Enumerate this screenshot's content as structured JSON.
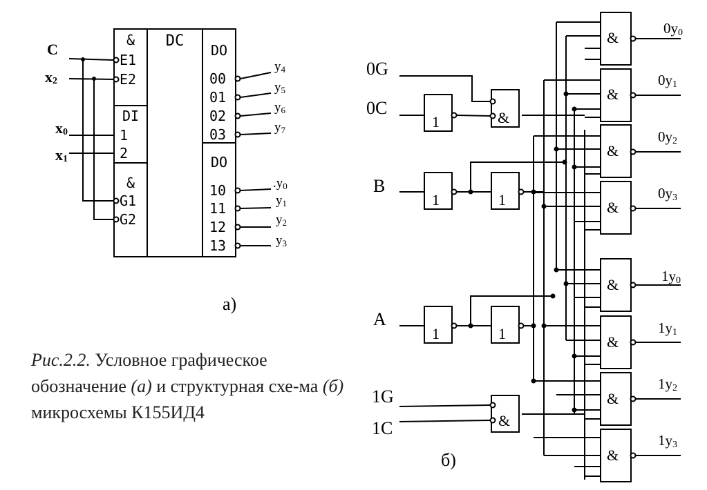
{
  "figure_a": {
    "label": "а)",
    "block_sections": {
      "and_top": "&",
      "dc": "DC",
      "di": "DI",
      "and_bottom": "&",
      "do_top": "DO",
      "do_bottom": "DO"
    },
    "left_pins": [
      "E1",
      "E2",
      "1",
      "2",
      "G1",
      "G2"
    ],
    "right_pins": [
      "00",
      "01",
      "02",
      "03",
      "10",
      "11",
      "12",
      "13"
    ],
    "input_labels": {
      "c": "C",
      "x2_base": "x",
      "x2_sub": "2",
      "x0_base": "x",
      "x0_sub": "0",
      "x1_base": "x",
      "x1_sub": "1"
    },
    "outputs": [
      {
        "base": "y",
        "sub": "4"
      },
      {
        "base": "y",
        "sub": "5"
      },
      {
        "base": "y",
        "sub": "6"
      },
      {
        "base": "y",
        "sub": "7"
      },
      {
        "base": ".y",
        "sub": "0"
      },
      {
        "base": "y",
        "sub": "1"
      },
      {
        "base": "y",
        "sub": "2"
      },
      {
        "base": "y",
        "sub": "3"
      }
    ]
  },
  "figure_b": {
    "label": "б)",
    "inputs": {
      "g0": "0G",
      "c0": "0C",
      "b": "B",
      "a": "A",
      "g1": "1G",
      "c1": "1C"
    },
    "inverter_symbol": "1",
    "and_symbol": "&",
    "outputs": [
      {
        "prefix": "0",
        "base": "y",
        "sub": "0"
      },
      {
        "prefix": "0",
        "base": "y",
        "sub": "1"
      },
      {
        "prefix": "0",
        "base": "y",
        "sub": "2"
      },
      {
        "prefix": "0",
        "base": "y",
        "sub": "3"
      },
      {
        "prefix": "1",
        "base": "y",
        "sub": "0"
      },
      {
        "prefix": "1",
        "base": "y",
        "sub": "1"
      },
      {
        "prefix": "1",
        "base": "y",
        "sub": "2"
      },
      {
        "prefix": "1",
        "base": "y",
        "sub": "3"
      }
    ]
  },
  "caption": {
    "prefix": "Рис.2.2.",
    "t1": " Условное графическое обозначение ",
    "a": "(а)",
    "t2": " и структурная схе-ма ",
    "b": "(б)",
    "t3": " микросхемы К155ИД4"
  }
}
